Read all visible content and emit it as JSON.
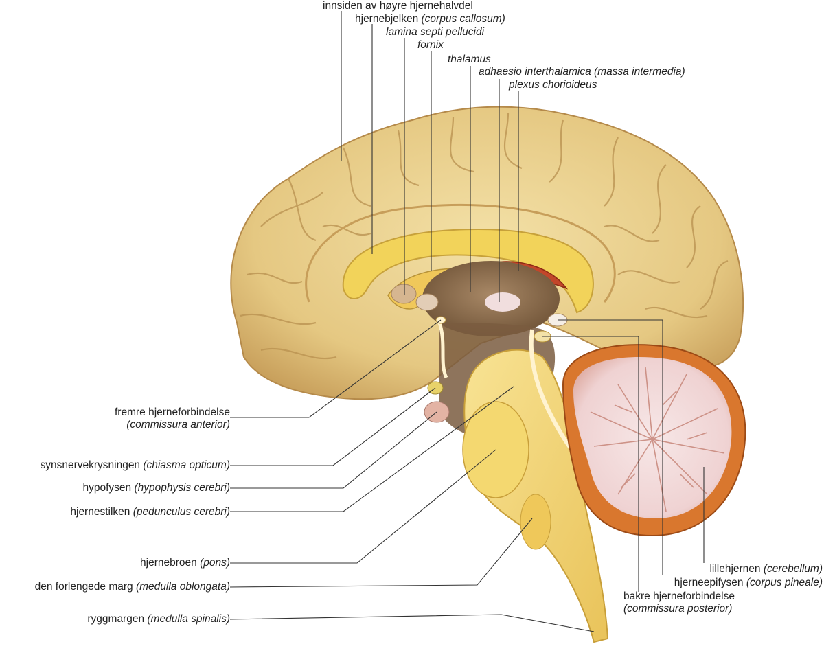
{
  "labels": {
    "top": [
      {
        "id": "innsiden",
        "plain": "innsiden av høyre hjernehalvdel",
        "latin": ""
      },
      {
        "id": "hjernebjelken",
        "plain": "hjernebjelken ",
        "latin": "(corpus callosum)"
      },
      {
        "id": "lamina",
        "plain": "",
        "latin": "lamina septi pellucidi"
      },
      {
        "id": "fornix",
        "plain": "",
        "latin": "fornix"
      },
      {
        "id": "thalamus",
        "plain": "",
        "latin": "thalamus"
      },
      {
        "id": "adhaesio",
        "plain": "",
        "latin": "adhaesio interthalamica (massa intermedia)"
      },
      {
        "id": "plexus",
        "plain": "",
        "latin": "plexus chorioideus"
      }
    ],
    "left": [
      {
        "id": "fremre",
        "line1": "fremre hjerneforbindelse",
        "line2": "(commissura anterior)"
      },
      {
        "id": "synsnerv",
        "plain": "synsnervekrysningen ",
        "latin": "(chiasma opticum)"
      },
      {
        "id": "hypofysen",
        "plain": "hypofysen ",
        "latin": "(hypophysis cerebri)"
      },
      {
        "id": "hjernestilken",
        "plain": "hjernestilken ",
        "latin": "(pedunculus cerebri)"
      },
      {
        "id": "hjernebroen",
        "plain": "hjernebroen ",
        "latin": "(pons)"
      },
      {
        "id": "forlengede",
        "plain": "den forlengede marg ",
        "latin": "(medulla oblongata)"
      },
      {
        "id": "ryggmargen",
        "plain": "ryggmargen ",
        "latin": "(medulla spinalis)"
      }
    ],
    "right": [
      {
        "id": "lillehjernen",
        "plain": "lillehjernen ",
        "latin": "(cerebellum)"
      },
      {
        "id": "epifysen",
        "plain": "hjerneepifysen ",
        "latin": "(corpus pineale)"
      },
      {
        "id": "bakre",
        "line1": "bakre hjerneforbindelse",
        "line2": "(commissura posterior)"
      }
    ]
  },
  "colors": {
    "cortex": "#e8cf8e",
    "cortex_dark": "#c9a45e",
    "corpus_callosum": "#f2d35a",
    "cerebellum_outer": "#d9772e",
    "cerebellum_inner": "#f4dede",
    "brainstem": "#f3d878",
    "thalamus": "#8a6a4a",
    "choroid": "#c2462a",
    "leader": "#333333"
  }
}
